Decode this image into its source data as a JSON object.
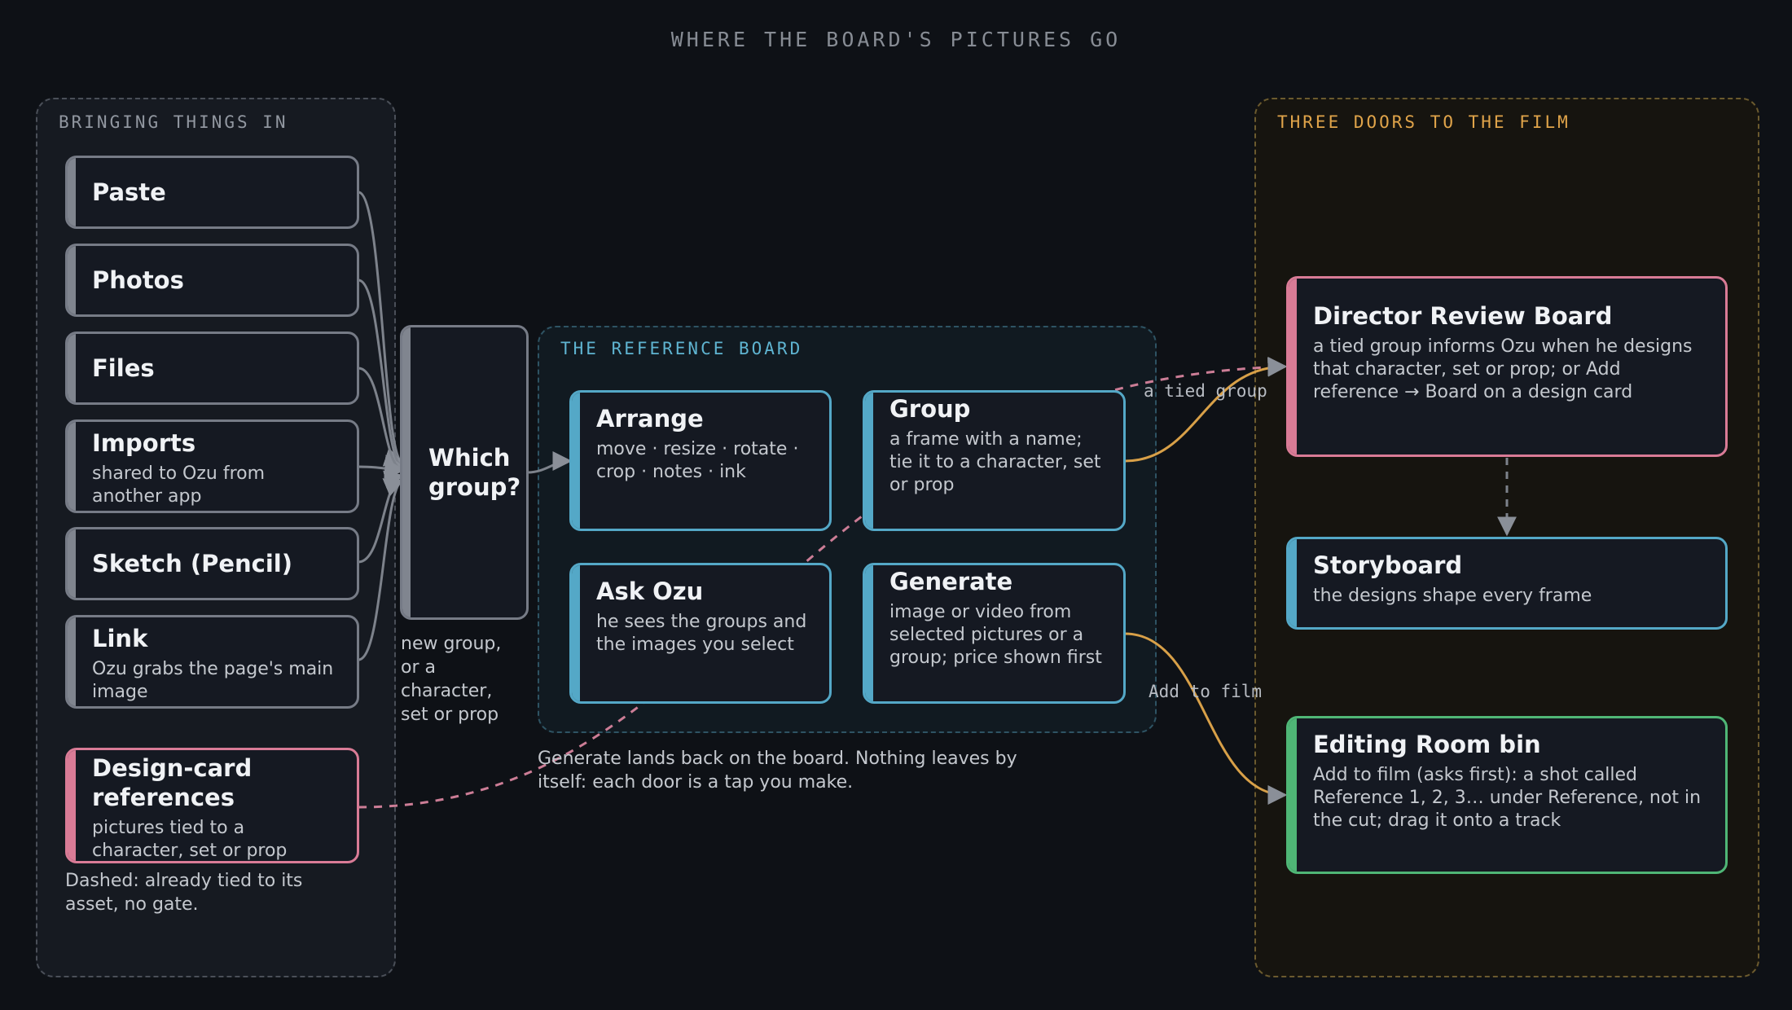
{
  "title": "WHERE THE BOARD'S PICTURES GO",
  "zones": {
    "intake": "BRINGING THINGS IN",
    "board": "THE REFERENCE BOARD",
    "film": "THREE DOORS TO THE FILM"
  },
  "sources": {
    "paste": {
      "title": "Paste"
    },
    "photos": {
      "title": "Photos"
    },
    "files": {
      "title": "Files"
    },
    "imports": {
      "title": "Imports",
      "sub": "shared to Ozu from another app"
    },
    "sketch": {
      "title": "Sketch (Pencil)"
    },
    "link": {
      "title": "Link",
      "sub": "Ozu grabs the page's main image"
    },
    "design_card": {
      "title": "Design-card references",
      "sub": "pictures tied to a character, set or prop show up on their own"
    }
  },
  "intake_note": "Dashed: already tied to its asset, no gate.",
  "gate": {
    "title": "Which group?",
    "note": "new group, or a character, set or prop"
  },
  "board": {
    "arrange": {
      "title": "Arrange",
      "sub": "move · resize · rotate · crop · notes · ink"
    },
    "group": {
      "title": "Group",
      "sub": "a frame with a name; tie it to a character, set or prop"
    },
    "ask": {
      "title": "Ask Ozu",
      "sub": "he sees the groups and the images you select"
    },
    "generate": {
      "title": "Generate",
      "sub": "image or video from selected pictures or a group; price shown first"
    },
    "note": "Generate lands back on the board. Nothing leaves by itself: each door is a tap you make."
  },
  "film": {
    "review": {
      "title": "Director Review Board",
      "sub": "a tied group informs Ozu when he designs that character, set or prop; or Add reference → Board on a design card"
    },
    "storyboard": {
      "title": "Storyboard",
      "sub": "the designs shape every frame"
    },
    "editing": {
      "title": "Editing Room bin",
      "sub": "Add to film (asks first): a shot called Reference 1, 2, 3… under Reference, not in the cut; drag it onto a track"
    }
  },
  "edges": {
    "tied_group": "a tied group",
    "add_to_film": "Add to film"
  },
  "colors": {
    "background": "#0e1116",
    "neutral": "#80858f",
    "pink": "#d97b96",
    "blue": "#54a8c7",
    "green": "#4fb676",
    "amber": "#e0a44a"
  }
}
